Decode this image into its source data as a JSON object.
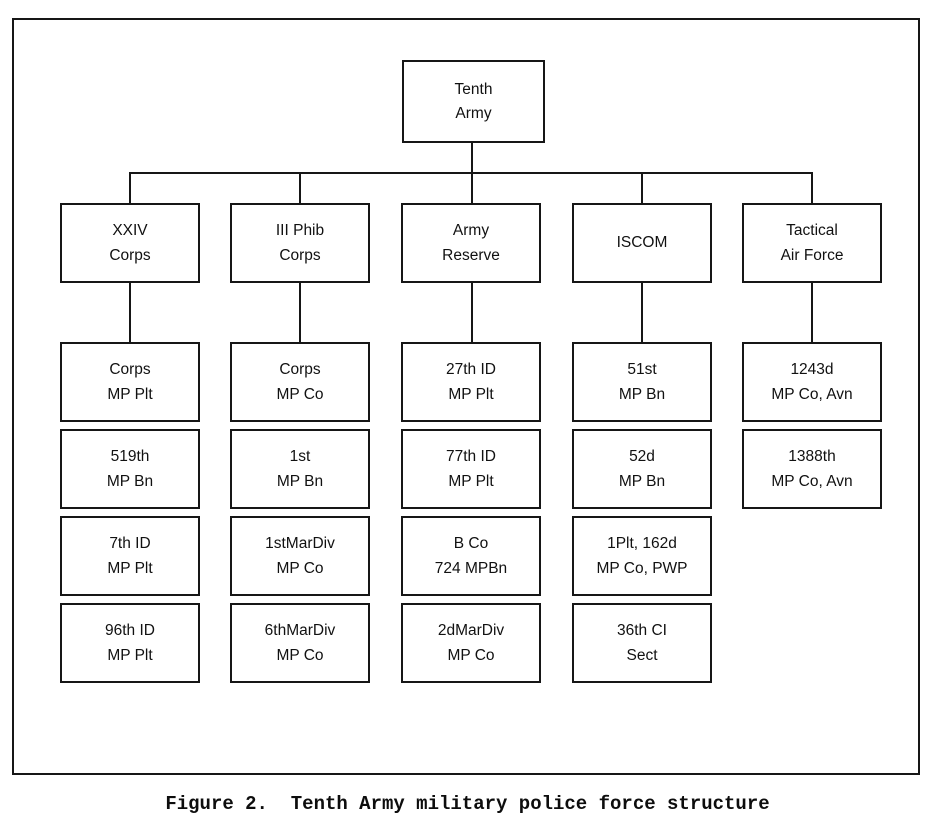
{
  "figure": {
    "caption": "Figure 2.  Tenth Army military police force structure"
  },
  "tree": {
    "root": {
      "line1": "Tenth",
      "line2": "Army"
    },
    "columns": [
      {
        "parent": {
          "line1": "XXIV",
          "line2": "Corps"
        },
        "children": [
          {
            "line1": "Corps",
            "line2": "MP Plt"
          },
          {
            "line1": "519th",
            "line2": "MP Bn"
          },
          {
            "line1": "7th ID",
            "line2": "MP Plt"
          },
          {
            "line1": "96th ID",
            "line2": "MP Plt"
          }
        ]
      },
      {
        "parent": {
          "line1": "III Phib",
          "line2": "Corps"
        },
        "children": [
          {
            "line1": "Corps",
            "line2": "MP Co"
          },
          {
            "line1": "1st",
            "line2": "MP Bn"
          },
          {
            "line1": "1stMarDiv",
            "line2": "MP Co"
          },
          {
            "line1": "6thMarDiv",
            "line2": "MP Co"
          }
        ]
      },
      {
        "parent": {
          "line1": "Army",
          "line2": "Reserve"
        },
        "children": [
          {
            "line1": "27th ID",
            "line2": "MP Plt"
          },
          {
            "line1": "77th ID",
            "line2": "MP Plt"
          },
          {
            "line1": "B Co",
            "line2": "724 MPBn"
          },
          {
            "line1": "2dMarDiv",
            "line2": "MP Co"
          }
        ]
      },
      {
        "parent": {
          "line1": "ISCOM",
          "line2": ""
        },
        "children": [
          {
            "line1": "1Plt, 162d",
            "line2": "MP Co, PWP"
          },
          {
            "line1": "51st",
            "line2": "MP Bn"
          },
          {
            "line1": "52d",
            "line2": "MP Bn"
          },
          {
            "line1": "36th CI",
            "line2": "Sect"
          }
        ]
      },
      {
        "parent": {
          "line1": "Tactical",
          "line2": "Air Force"
        },
        "children": [
          {
            "line1": "1243d",
            "line2": "MP Co, Avn"
          },
          {
            "line1": "1388th",
            "line2": "MP Co, Avn"
          }
        ]
      }
    ]
  }
}
